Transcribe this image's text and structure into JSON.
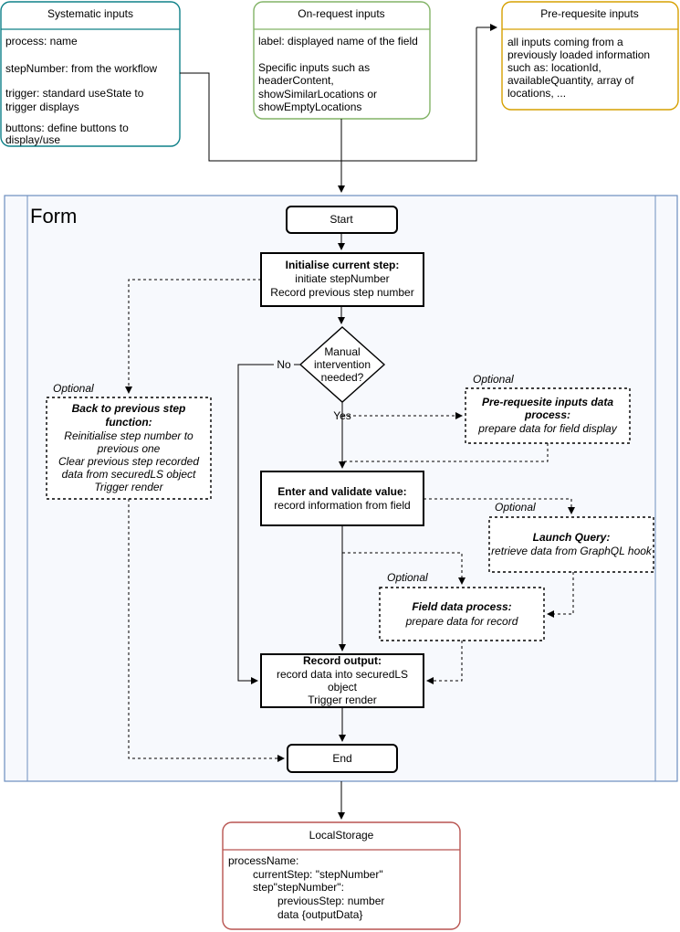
{
  "input_boxes": {
    "systematic": {
      "title": "Systematic inputs",
      "lines": [
        "process: name",
        "stepNumber: from the workflow",
        "trigger: standard useState to",
        "trigger displays",
        "buttons: define buttons to",
        "display/use"
      ],
      "color": "#0e8088"
    },
    "on_request": {
      "title": "On-request inputs",
      "lines": [
        "label: displayed name of the field",
        "Specific inputs such as",
        "headerContent,",
        "showSimilarLocations or",
        "showEmptyLocations"
      ],
      "color": "#82b366"
    },
    "prerequisite": {
      "title": "Pre-requesite inputs",
      "lines": [
        "all inputs coming from a",
        "previously loaded information",
        "such as: locationId,",
        "availableQuantity, array of",
        "locations, ..."
      ],
      "color": "#d6a000"
    }
  },
  "form": {
    "title": "Form",
    "color": "#6c8ebf",
    "start": "Start",
    "init_step": {
      "title": "Initialise current step:",
      "lines": [
        "initiate stepNumber",
        "Record previous step number"
      ]
    },
    "decision": {
      "lines": [
        "Manual",
        "intervention",
        "needed?"
      ],
      "no": "No",
      "yes": "Yes"
    },
    "back_step": {
      "optional": "Optional",
      "title_lines": [
        "Back to previous step",
        "function:"
      ],
      "lines": [
        "Reinitialise step number to",
        "previous one",
        "Clear previous step recorded",
        "data from securedLS object",
        "Trigger render"
      ]
    },
    "prereq_process": {
      "optional": "Optional",
      "title_lines": [
        "Pre-requesite inputs data",
        "process:"
      ],
      "lines": [
        "prepare data for field display"
      ]
    },
    "enter_validate": {
      "title": "Enter and validate value:",
      "lines": [
        "record information from field"
      ]
    },
    "launch_query": {
      "optional": "Optional",
      "title": "Launch Query:",
      "lines": [
        "retrieve data from GraphQL hook"
      ]
    },
    "field_process": {
      "optional": "Optional",
      "title": "Field data process:",
      "lines": [
        "prepare data for record"
      ]
    },
    "record_output": {
      "title": "Record output:",
      "lines": [
        "record data into securedLS",
        "object",
        "Trigger render"
      ]
    },
    "end": "End"
  },
  "local_storage": {
    "title": "LocalStorage",
    "color": "#b85450",
    "lines": [
      "processName:",
      "currentStep: \"stepNumber\"",
      "step\"stepNumber\":",
      "previousStep: number",
      "data {outputData}"
    ]
  }
}
